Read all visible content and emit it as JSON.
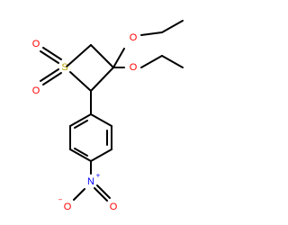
{
  "molecule": {
    "colors": {
      "bond": "#000000",
      "oxygen": "#ff0000",
      "sulfur": "#b8a300",
      "nitrogen": "#0000ff"
    },
    "atoms": {
      "sulfur": "S",
      "sulfonyl_oxygen_top": "O",
      "sulfonyl_oxygen_bottom": "O",
      "ethoxy_oxygen_upper": "O",
      "ethoxy_oxygen_lower": "O",
      "nitro_nitrogen": "N",
      "nitro_nitrogen_charge": "+",
      "nitro_oxygen_left": "O",
      "nitro_oxygen_left_charge": "−",
      "nitro_oxygen_right": "O"
    }
  }
}
